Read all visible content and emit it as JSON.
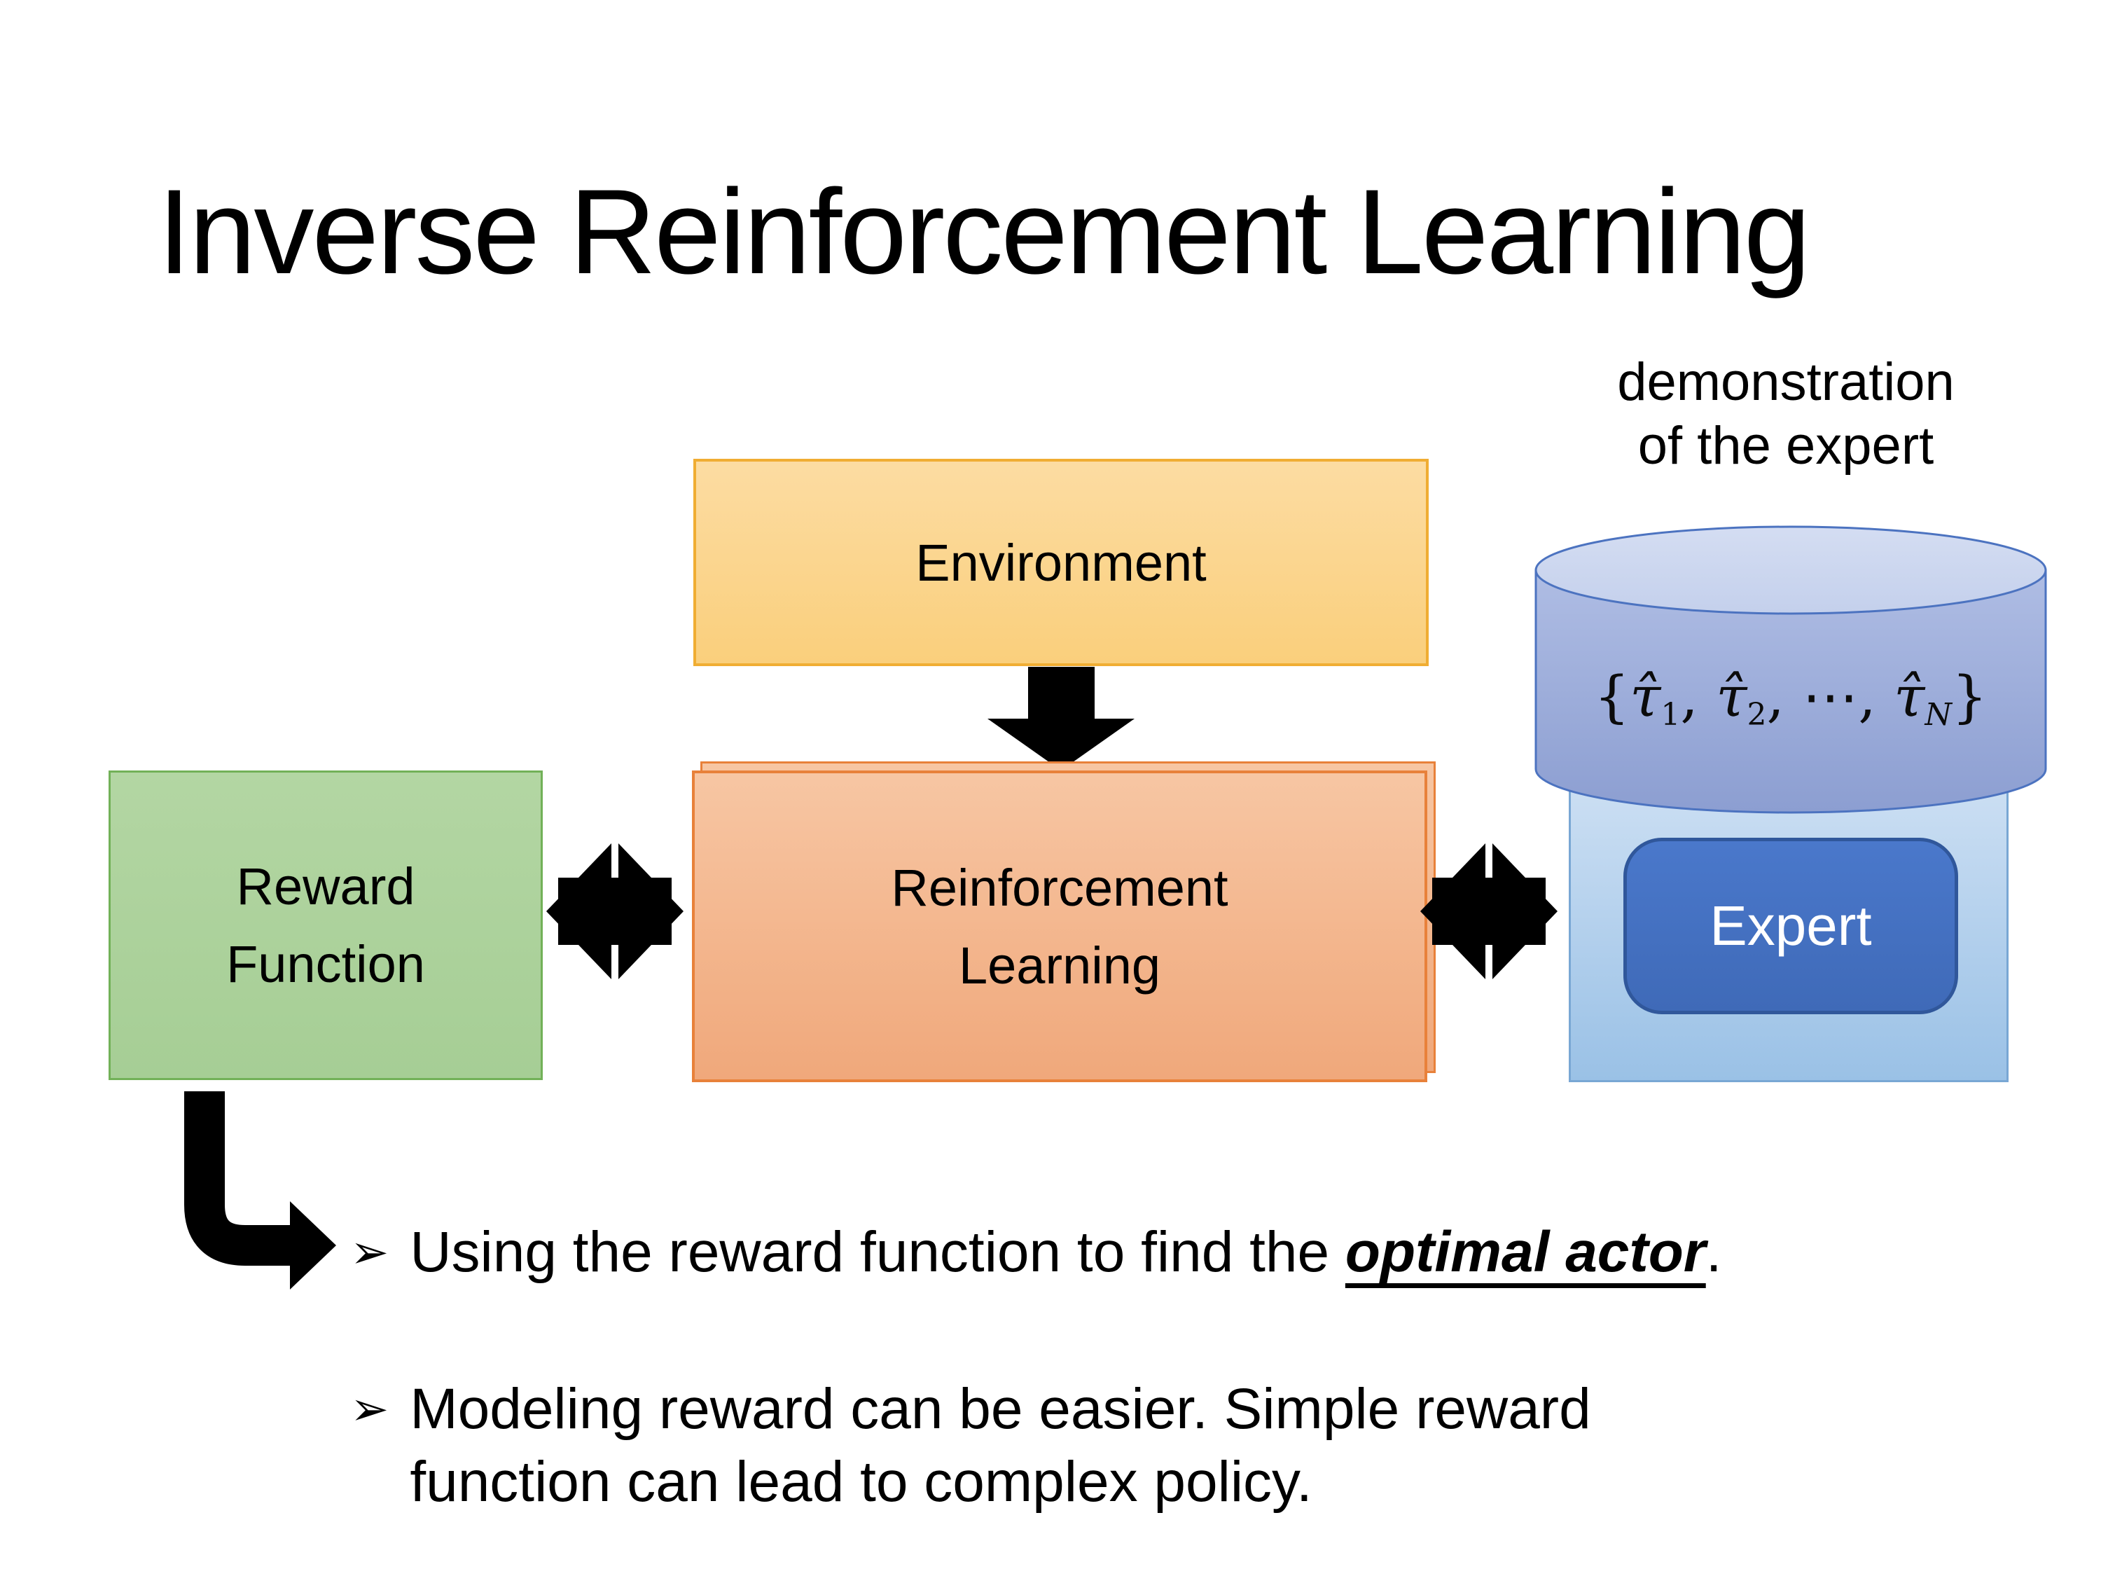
{
  "title": "Inverse Reinforcement Learning",
  "annotation": {
    "line1": "demonstration",
    "line2": "of the expert"
  },
  "boxes": {
    "environment": "Environment",
    "reward_line1": "Reward",
    "reward_line2": "Function",
    "rl_line1": "Reinforcement",
    "rl_line2": "Learning",
    "expert": "Expert"
  },
  "formula": {
    "open": "{",
    "tau1": "τ̂",
    "sub1": "1",
    "sep1": ", ",
    "tau2": "τ̂",
    "sub2": "2",
    "sep2": ", ",
    "dots": "⋯",
    "sep3": ", ",
    "tau3": "τ̂",
    "sub3": "N",
    "close": "}"
  },
  "bullets": {
    "marker": "➢",
    "item1_pre": "Using the reward function to find the ",
    "item1_emphasis": "optimal actor",
    "item1_post": ".",
    "item2_line1": "Modeling reward can be easier. Simple reward",
    "item2_line2": "function can lead to complex policy."
  },
  "colors": {
    "environment_fill": "#FBD288",
    "environment_border": "#F0AD33",
    "reward_fill": "#ACD29B",
    "reward_border": "#72B158",
    "rl_fill": "#F4B68F",
    "rl_border": "#E8813A",
    "expert_container_fill": "#B3D1EC",
    "expert_container_border": "#79A7D4",
    "expert_fill": "#4472C4",
    "expert_border": "#30579B",
    "cylinder_body_fill": "#9FAFDB",
    "cylinder_top_fill": "#CFD9F0",
    "cylinder_border": "#4C73C0",
    "arrow_color": "#000000",
    "text_color": "#000000"
  }
}
